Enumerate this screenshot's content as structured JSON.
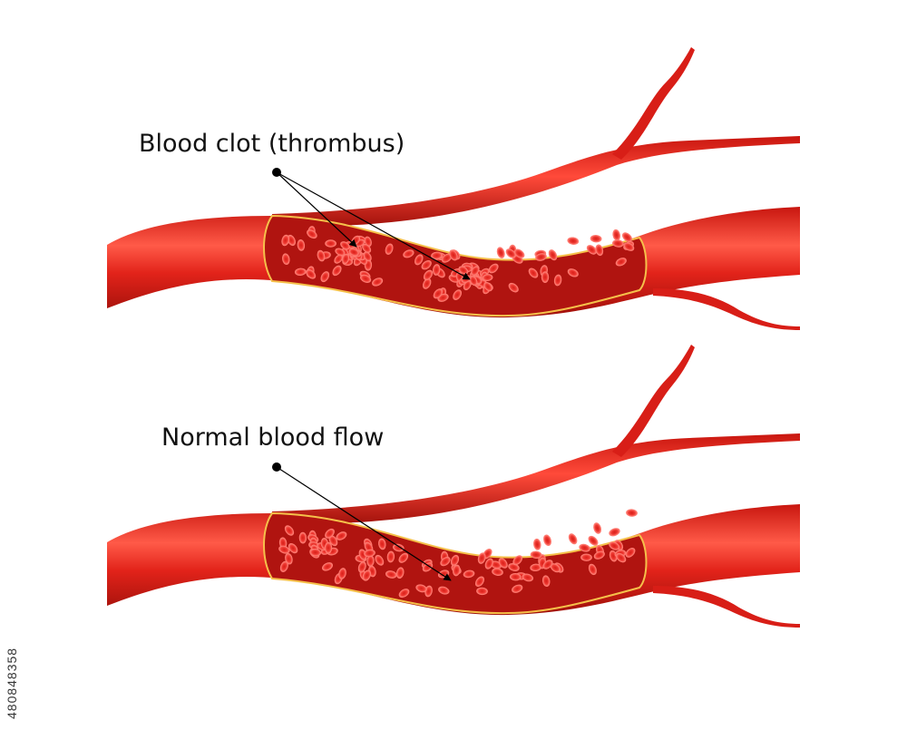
{
  "labels": {
    "clot": "Blood clot (thrombus)",
    "normal": "Normal blood flow"
  },
  "stock_id": "480848358",
  "colors": {
    "vessel": "#e2231a",
    "vessel_dark": "#a3120c",
    "vessel_highlight": "#ff6a5a",
    "lumen": "#b01410",
    "wall_line": "#f5c04a",
    "cell": "#ef3a33",
    "cell_rim": "#ff8a80",
    "leader": "#000000"
  }
}
